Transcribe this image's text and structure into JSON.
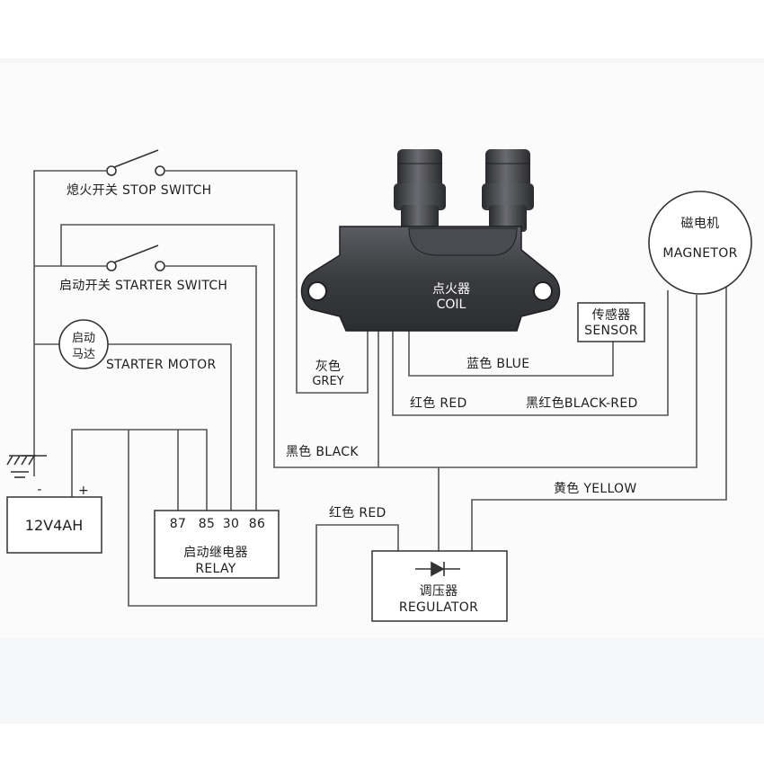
{
  "labels": {
    "stop_switch": "熄火开关 STOP  SWITCH",
    "starter_switch": "启动开关 STARTER  SWITCH",
    "starter_motor_cn_1": "启动",
    "starter_motor_cn_2": "马达",
    "starter_motor_en": "STARTER  MOTOR",
    "battery": "12V4AH",
    "battery_neg": "-",
    "battery_pos": "+",
    "relay_pins": [
      "87",
      "85",
      "30",
      "86"
    ],
    "relay_cn": "启动继电器",
    "relay_en": "RELAY",
    "coil_cn": "点火器",
    "coil_en": "COIL",
    "sensor_cn": "传感器",
    "sensor_en": "SENSOR",
    "magneto_cn": "磁电机",
    "magneto_en": "MAGNETOR",
    "regulator_cn": "调压器",
    "regulator_en": "REGULATOR",
    "grey_cn": "灰色",
    "grey_en": "GREY",
    "blue": "蓝色  BLUE",
    "red_coil": "红色  RED",
    "black_red": "黑红色BLACK-RED",
    "black": "黑色  BLACK",
    "yellow": "黄色  YELLOW",
    "red_regulator": "红色  RED"
  },
  "colors": {
    "background": "#ffffff",
    "background_band": "#f5f6f7",
    "wire": "#555555",
    "outline": "#333333",
    "coil_body": "#3a3b3f",
    "text": "#1e1e1e"
  },
  "icons": {
    "ground": "ground-symbol-icon",
    "diode": "diode-icon",
    "switch": "switch-icon"
  }
}
